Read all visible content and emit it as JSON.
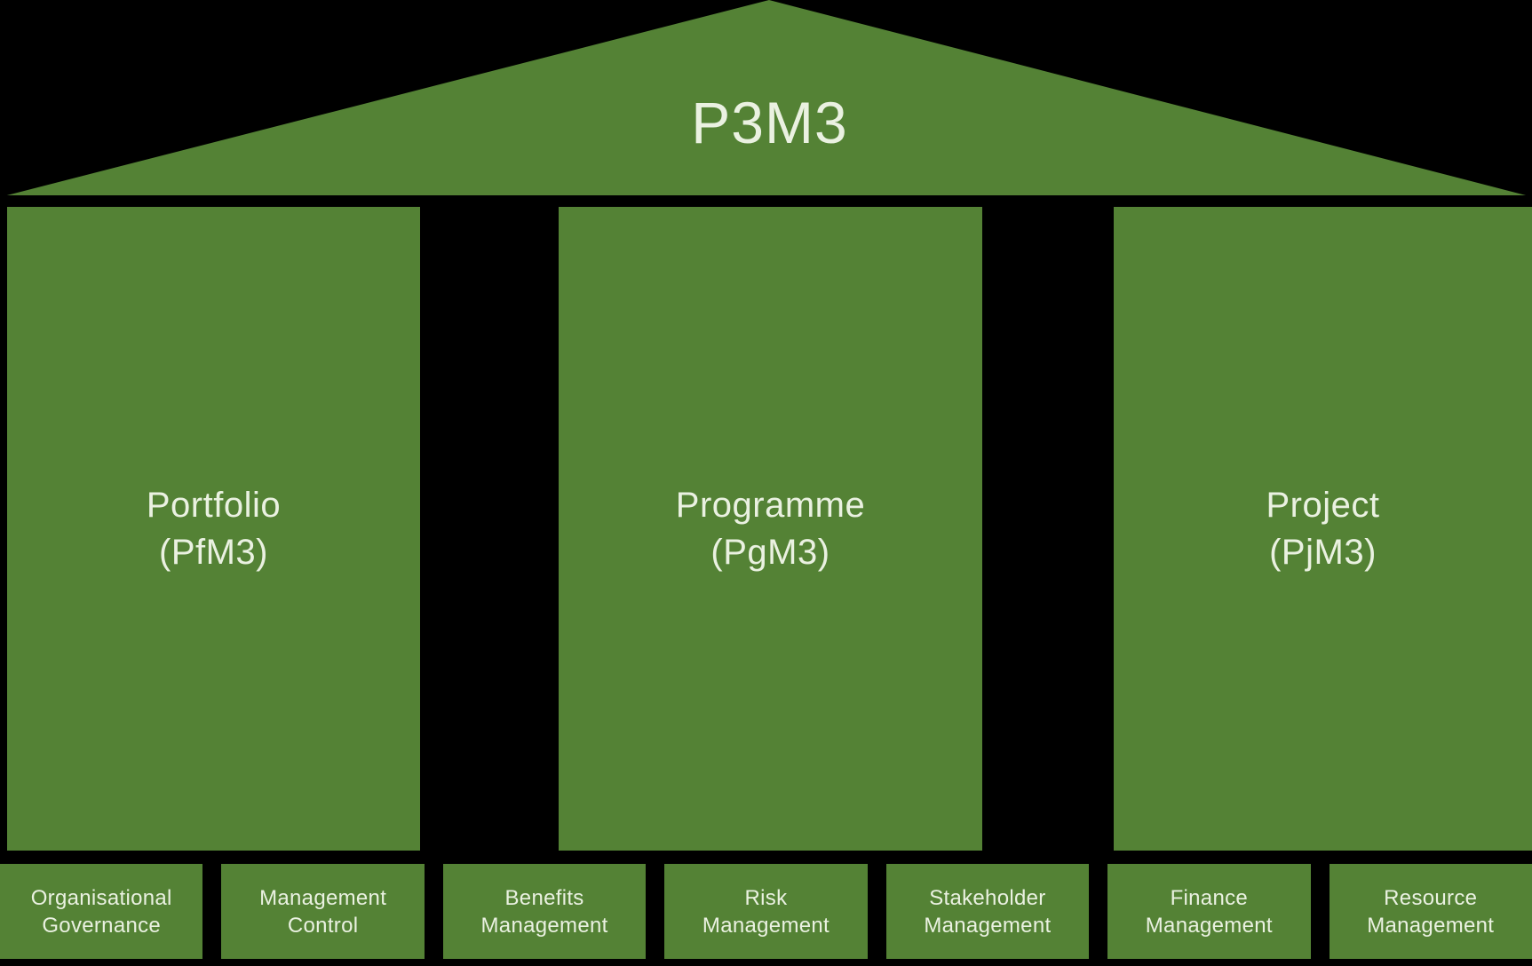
{
  "colors": {
    "background": "#000000",
    "shape_green": "#548235",
    "text_light": "#eaf1e1"
  },
  "roof": {
    "title": "P3M3"
  },
  "pillars": [
    {
      "name": "Portfolio",
      "code": "(PfM3)"
    },
    {
      "name": "Programme",
      "code": "(PgM3)"
    },
    {
      "name": "Project",
      "code": "(PjM3)"
    }
  ],
  "foundation": [
    {
      "label": "Organisational\nGovernance"
    },
    {
      "label": "Management\nControl"
    },
    {
      "label": "Benefits\nManagement"
    },
    {
      "label": "Risk\nManagement"
    },
    {
      "label": "Stakeholder\nManagement"
    },
    {
      "label": "Finance\nManagement"
    },
    {
      "label": "Resource\nManagement"
    }
  ]
}
